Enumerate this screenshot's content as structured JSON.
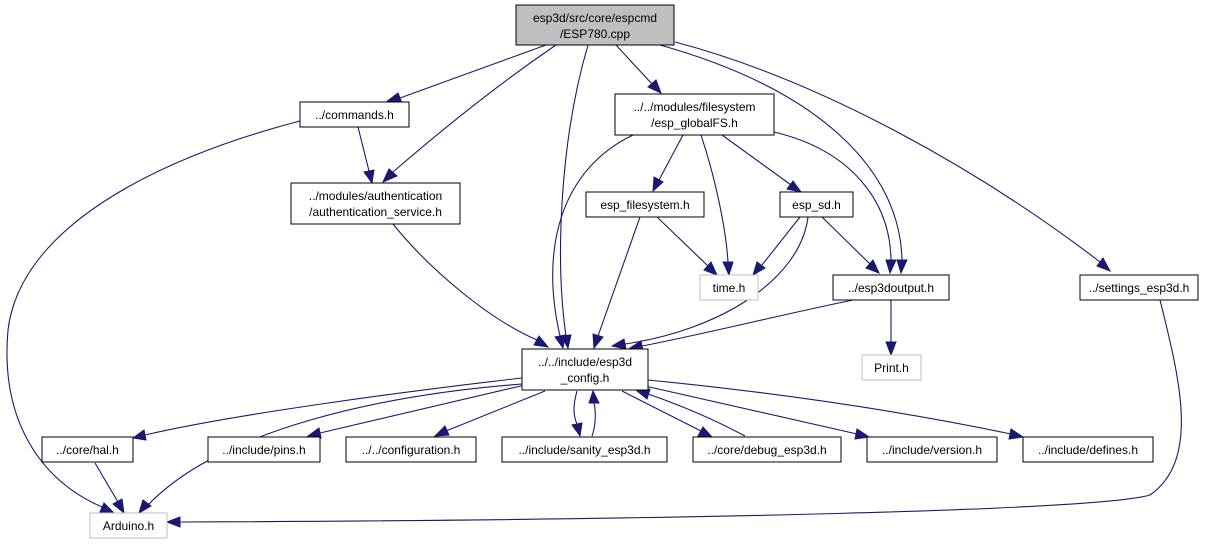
{
  "nodes": {
    "root": {
      "lines": [
        "esp3d/src/core/espcmd",
        "/ESP780.cpp"
      ]
    },
    "commands": {
      "lines": [
        "../commands.h"
      ]
    },
    "globalfs": {
      "lines": [
        "../../modules/filesystem",
        "/esp_globalFS.h"
      ]
    },
    "auth": {
      "lines": [
        "../modules/authentication",
        "/authentication_service.h"
      ]
    },
    "espfs": {
      "lines": [
        "esp_filesystem.h"
      ]
    },
    "espsd": {
      "lines": [
        "esp_sd.h"
      ]
    },
    "time": {
      "lines": [
        "time.h"
      ]
    },
    "output": {
      "lines": [
        "../esp3doutput.h"
      ]
    },
    "settings": {
      "lines": [
        "../settings_esp3d.h"
      ]
    },
    "config": {
      "lines": [
        "../../include/esp3d",
        "_config.h"
      ]
    },
    "print": {
      "lines": [
        "Print.h"
      ]
    },
    "hal": {
      "lines": [
        "../core/hal.h"
      ]
    },
    "pins": {
      "lines": [
        "../include/pins.h"
      ]
    },
    "configuration": {
      "lines": [
        "../../configuration.h"
      ]
    },
    "sanity": {
      "lines": [
        "../include/sanity_esp3d.h"
      ]
    },
    "debug": {
      "lines": [
        "../core/debug_esp3d.h"
      ]
    },
    "version": {
      "lines": [
        "../include/version.h"
      ]
    },
    "defines": {
      "lines": [
        "../include/defines.h"
      ]
    },
    "arduino": {
      "lines": [
        "Arduino.h"
      ]
    }
  },
  "colors": {
    "edge": "#191970",
    "root_fill": "#bfbfbf",
    "missing_border": "#bfbfbf",
    "border": "#000000"
  }
}
